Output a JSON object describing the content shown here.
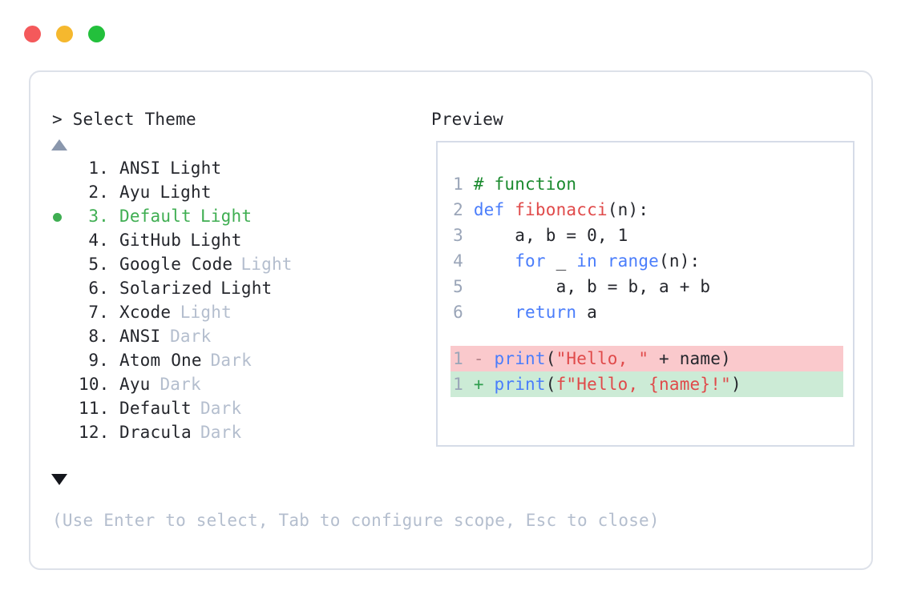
{
  "window": {
    "traffic_lights": [
      {
        "name": "close",
        "color": "#f4595b"
      },
      {
        "name": "minimize",
        "color": "#f5b82e"
      },
      {
        "name": "maximize",
        "color": "#23c03c"
      }
    ]
  },
  "panel": {
    "prompt": "> Select Theme",
    "preview_label": "Preview",
    "scroll_up_icon": "triangle-up-icon",
    "scroll_down_icon": "triangle-down-icon"
  },
  "theme_list": {
    "selected_index": 3,
    "items": [
      {
        "index": "1.",
        "name": "ANSI",
        "variant": "Light",
        "variant_dim": false,
        "selected": false
      },
      {
        "index": "2.",
        "name": "Ayu",
        "variant": "Light",
        "variant_dim": false,
        "selected": false
      },
      {
        "index": "3.",
        "name": "Default",
        "variant": "Light",
        "variant_dim": false,
        "selected": true
      },
      {
        "index": "4.",
        "name": "GitHub",
        "variant": "Light",
        "variant_dim": false,
        "selected": false
      },
      {
        "index": "5.",
        "name": "Google Code",
        "variant": "Light",
        "variant_dim": true,
        "selected": false
      },
      {
        "index": "6.",
        "name": "Solarized",
        "variant": "Light",
        "variant_dim": false,
        "selected": false
      },
      {
        "index": "7.",
        "name": "Xcode",
        "variant": "Light",
        "variant_dim": true,
        "selected": false
      },
      {
        "index": "8.",
        "name": "ANSI",
        "variant": "Dark",
        "variant_dim": true,
        "selected": false
      },
      {
        "index": "9.",
        "name": "Atom One",
        "variant": "Dark",
        "variant_dim": true,
        "selected": false
      },
      {
        "index": "10.",
        "name": "Ayu",
        "variant": "Dark",
        "variant_dim": true,
        "selected": false
      },
      {
        "index": "11.",
        "name": "Default",
        "variant": "Dark",
        "variant_dim": true,
        "selected": false
      },
      {
        "index": "12.",
        "name": "Dracula",
        "variant": "Dark",
        "variant_dim": true,
        "selected": false
      }
    ]
  },
  "preview": {
    "code_lines": [
      {
        "n": "1",
        "tokens": [
          {
            "t": "# function",
            "c": "tok-comment"
          }
        ]
      },
      {
        "n": "2",
        "tokens": [
          {
            "t": "def ",
            "c": "tok-kw"
          },
          {
            "t": "fibonacci",
            "c": "tok-fn"
          },
          {
            "t": "(n):",
            "c": "tok-plain"
          }
        ]
      },
      {
        "n": "3",
        "tokens": [
          {
            "t": "    a, b = 0, 1",
            "c": "tok-plain"
          }
        ]
      },
      {
        "n": "4",
        "tokens": [
          {
            "t": "    ",
            "c": "tok-plain"
          },
          {
            "t": "for",
            "c": "tok-kw"
          },
          {
            "t": " _ ",
            "c": "tok-plain"
          },
          {
            "t": "in",
            "c": "tok-kw"
          },
          {
            "t": " ",
            "c": "tok-plain"
          },
          {
            "t": "range",
            "c": "tok-builtin"
          },
          {
            "t": "(n):",
            "c": "tok-plain"
          }
        ]
      },
      {
        "n": "5",
        "tokens": [
          {
            "t": "        a, b = b, a + b",
            "c": "tok-plain"
          }
        ]
      },
      {
        "n": "6",
        "tokens": [
          {
            "t": "    ",
            "c": "tok-plain"
          },
          {
            "t": "return",
            "c": "tok-kw"
          },
          {
            "t": " a",
            "c": "tok-plain"
          }
        ]
      }
    ],
    "diff_lines": [
      {
        "n": "1",
        "marker": "-",
        "kind": "del",
        "tokens": [
          {
            "t": "print",
            "c": "tok-builtin"
          },
          {
            "t": "(",
            "c": "tok-plain"
          },
          {
            "t": "\"Hello, \"",
            "c": "tok-str"
          },
          {
            "t": " + name)",
            "c": "tok-plain"
          }
        ]
      },
      {
        "n": "1",
        "marker": "+",
        "kind": "add",
        "tokens": [
          {
            "t": "print",
            "c": "tok-builtin"
          },
          {
            "t": "(",
            "c": "tok-plain"
          },
          {
            "t": "f\"Hello, {name}!\"",
            "c": "tok-str"
          },
          {
            "t": ")",
            "c": "tok-plain"
          }
        ]
      }
    ]
  },
  "footer": {
    "hint": "(Use Enter to select, Tab to configure scope, Esc to close)"
  }
}
